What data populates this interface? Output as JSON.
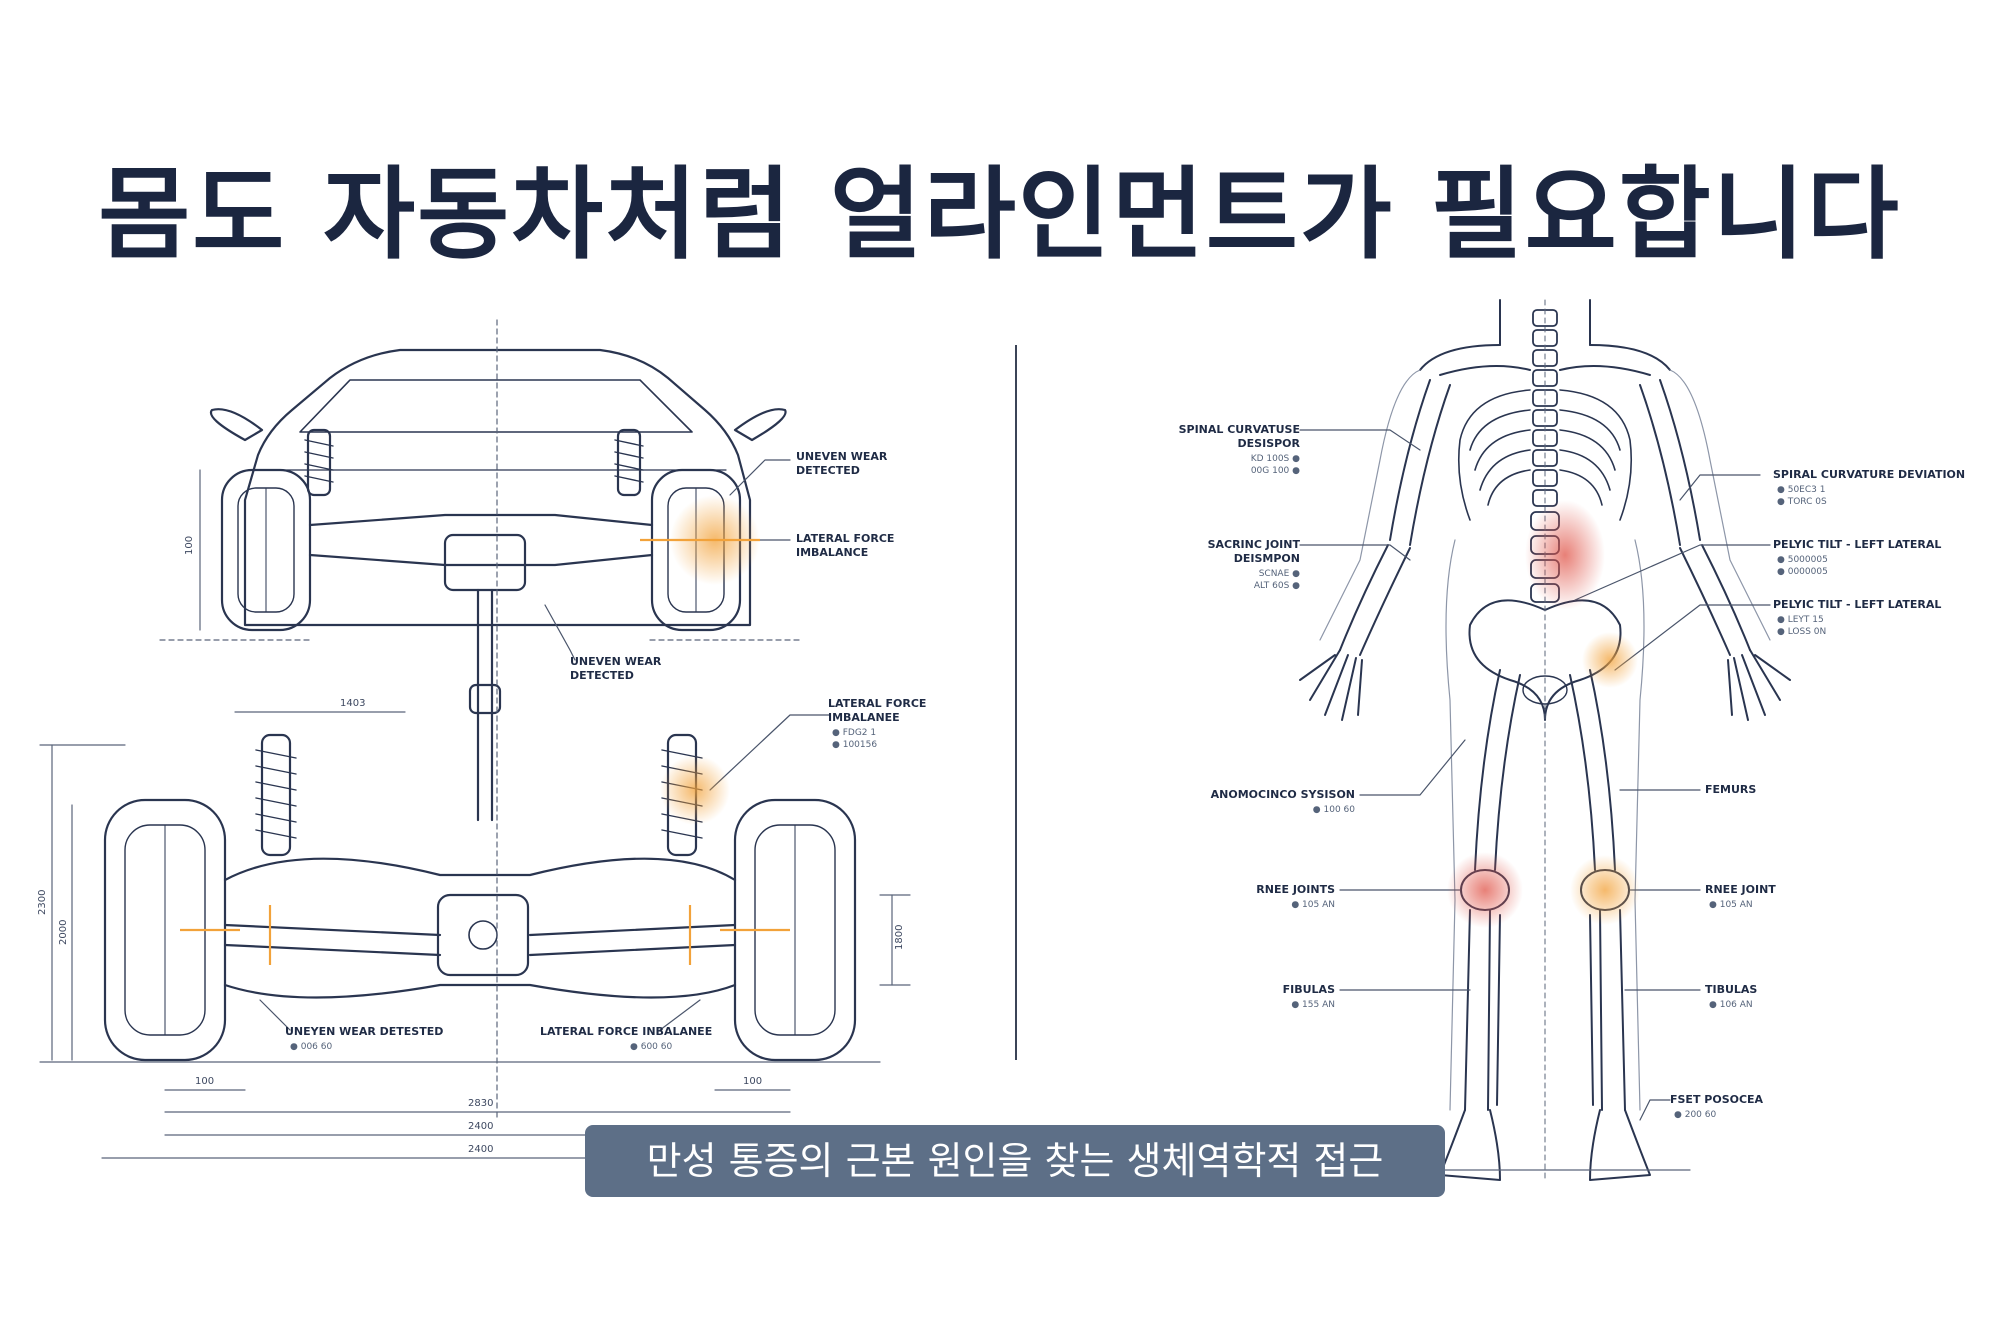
{
  "title": "몸도 자동차처럼 얼라인먼트가 필요합니다",
  "caption": "만성 통증의 근본 원인을 찾는 생체역학적 접근",
  "colors": {
    "ink": "#1f2b45",
    "accent_orange": "#f2a23a",
    "accent_red": "#e0564a",
    "caption_bg": "#5d6f87"
  },
  "car": {
    "callouts": [
      {
        "title": "UNEVEN WEAR",
        "title2": "DETECTED"
      },
      {
        "title": "LATERAL FORCE",
        "title2": "IMBALANCE"
      },
      {
        "title": "UNEVEN WEAR",
        "title2": "DETECTED"
      },
      {
        "title": "LATERAL FORCE",
        "title2": "IMBALANEE",
        "sub1": "● FDG2 1",
        "sub2": "● 100156"
      },
      {
        "title": "UNEYEN WEAR DETESTED",
        "sub1": "● 006 60"
      },
      {
        "title": "LATERAL FORCE INBALANEE",
        "sub1": "● 600 60"
      }
    ],
    "dimensions": {
      "front_height": "100",
      "track": "1403",
      "rear_height_outer": "2300",
      "rear_height_inner": "2000",
      "right_height": "1800",
      "left_offset": "100",
      "right_offset": "100",
      "width_1": "2830",
      "width_2": "2400",
      "width_3": "2400"
    }
  },
  "body": {
    "callouts": [
      {
        "title": "SPINAL CURVATUSE",
        "title2": "DESISPOR",
        "sub1": "KD 100S ●",
        "sub2": "00G 100 ●"
      },
      {
        "title": "SPIRAL CURVATURE DEVIATION",
        "sub1": "● 50EC3 1",
        "sub2": "● TORC 0S"
      },
      {
        "title": "SACRINC JOINT",
        "title2": "DEISMPON",
        "sub1": "SCNAE ●",
        "sub2": "ALT 60S ●"
      },
      {
        "title": "PELYIC TILT - LEFT LATERAL",
        "sub1": "● 5000005",
        "sub2": "● 0000005"
      },
      {
        "title": "PELYIC TILT - LEFT LATERAL",
        "sub1": "● LEYT 15",
        "sub2": "● LOSS 0N"
      },
      {
        "title": "ANOMOCINCO SYSISON",
        "sub1": "● 100 60"
      },
      {
        "title": "FEMURS"
      },
      {
        "title": "RNEE JOINTS",
        "sub1": "● 105 AN"
      },
      {
        "title": "RNEE JOINT",
        "sub1": "● 105 AN"
      },
      {
        "title": "FIBULAS",
        "sub1": "● 155 AN"
      },
      {
        "title": "TIBULAS",
        "sub1": "● 106 AN"
      },
      {
        "title": "FSET POSOCEA",
        "sub1": "● 200 60"
      }
    ]
  }
}
